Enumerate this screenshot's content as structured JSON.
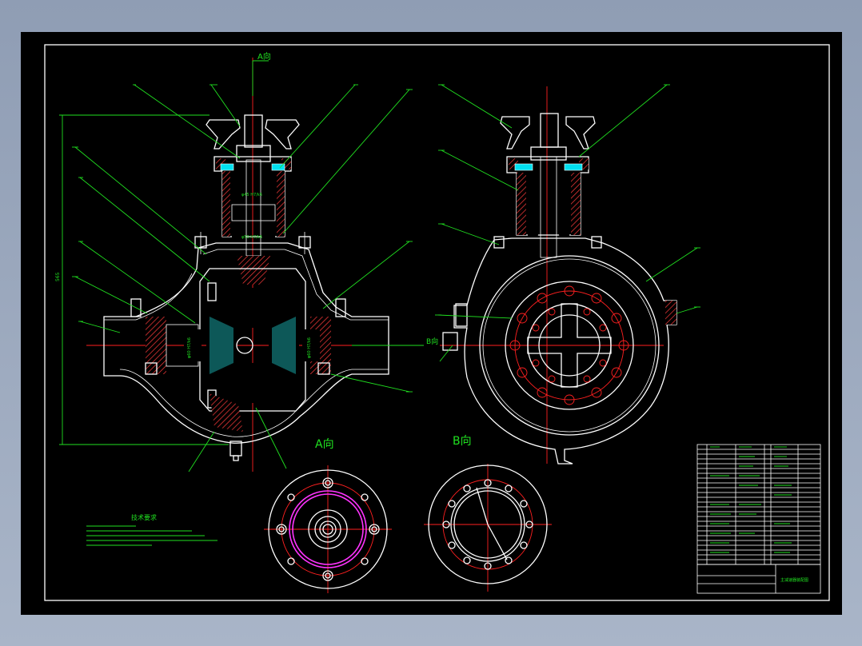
{
  "drawing": {
    "view_a_arrow": "A向",
    "view_b_arrow": "B向",
    "view_a_title": "A向",
    "view_b_title": "B向",
    "tech_req_title": "技术要求",
    "drawing_title_block": "主减速器装配图"
  },
  "colors": {
    "background": "#000000",
    "lines": "#ffffff",
    "annotations": "#20e020",
    "centerlines": "#ff2020",
    "section_fill": "#00e0f0",
    "bolt_circle": "#ff33ff"
  }
}
